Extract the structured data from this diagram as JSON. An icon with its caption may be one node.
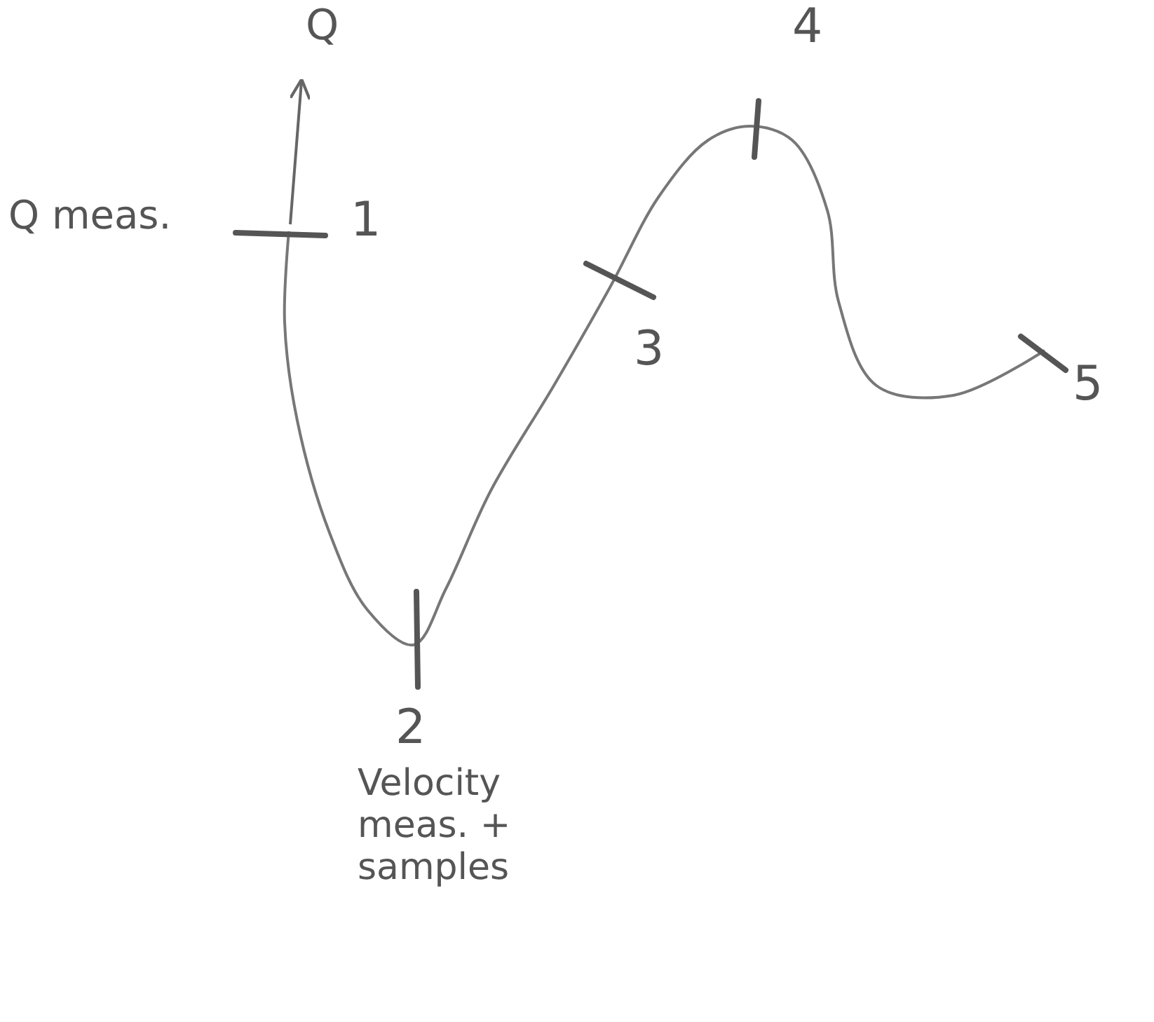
{
  "diagram": {
    "labels": [
      "Q",
      "4",
      "Q meas.",
      "1",
      "3",
      "5",
      "2",
      "Velocity meas. + samples"
    ]
  }
}
